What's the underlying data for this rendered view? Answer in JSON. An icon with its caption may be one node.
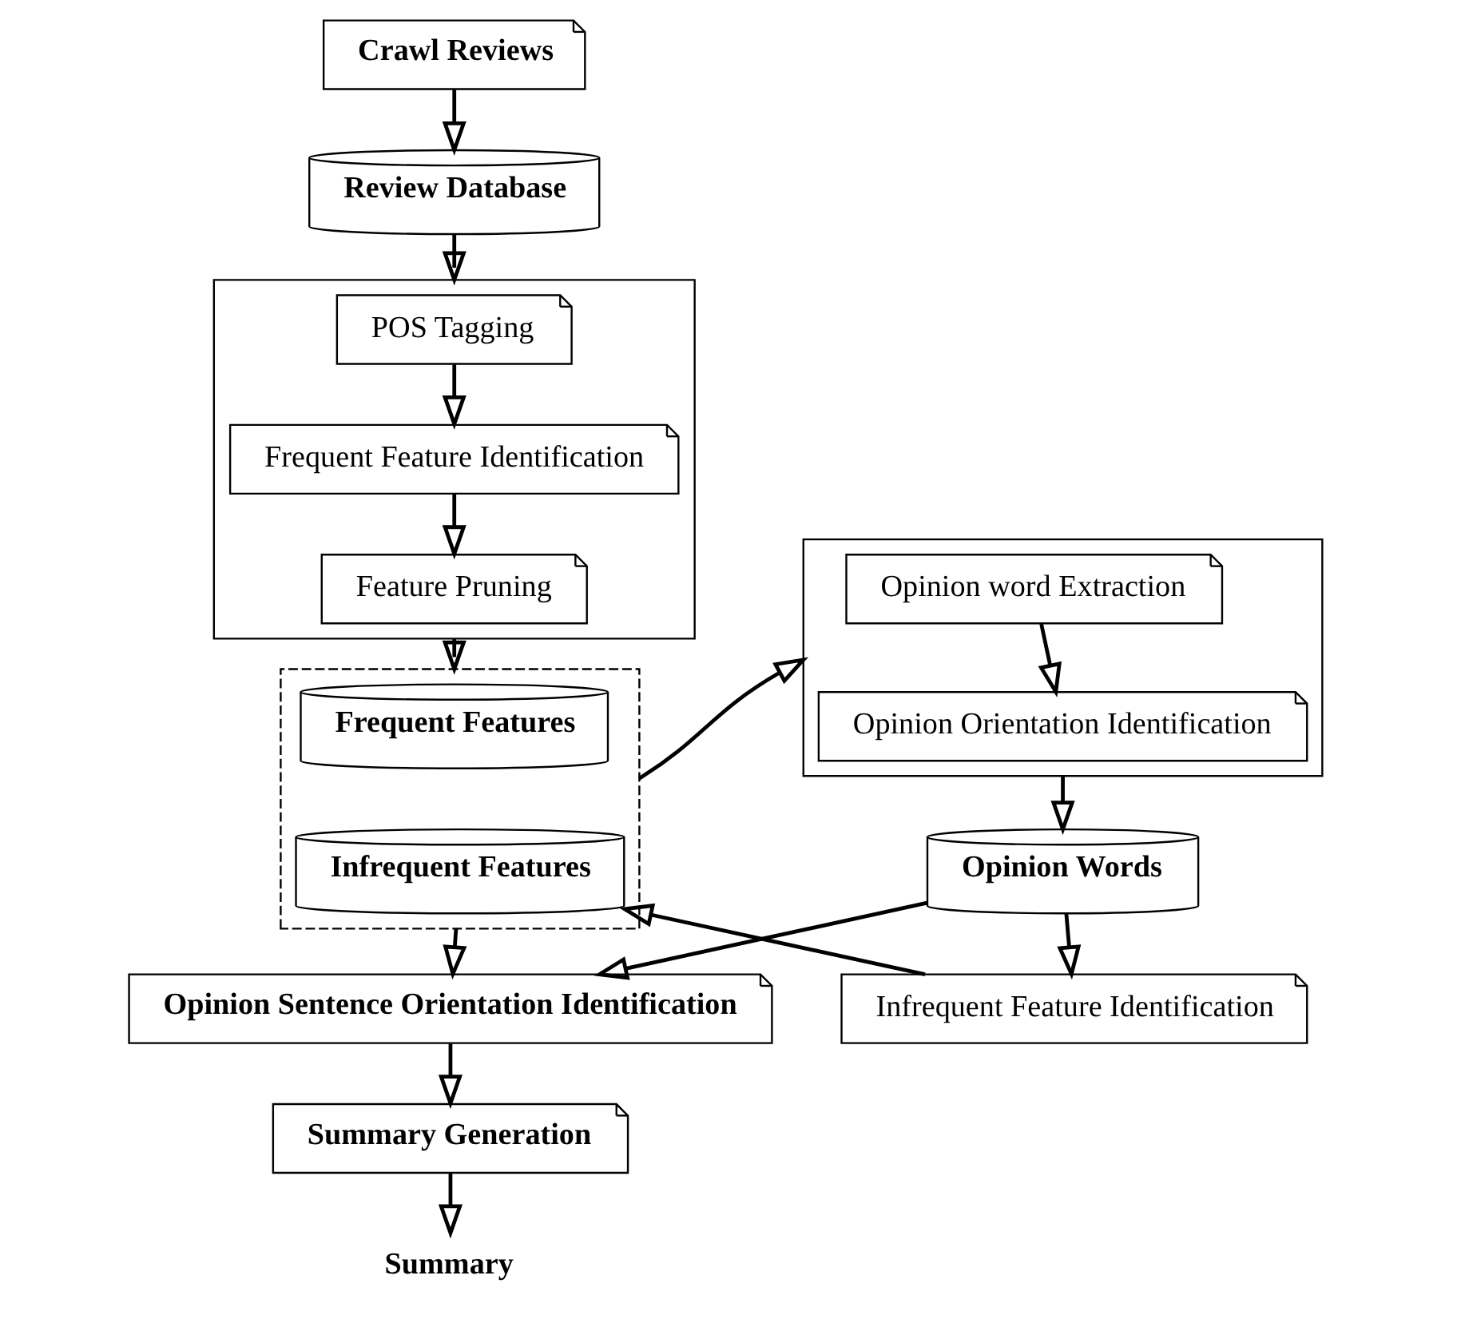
{
  "diagram": {
    "nodes": [
      {
        "text": [
          "Crawl Reviews"
        ]
      },
      {
        "text": [
          "Review Database"
        ]
      },
      {
        "text": [],
        "shape": "box"
      },
      {
        "text": [
          "POS Tagging"
        ],
        "in": 2
      },
      {
        "text": [
          "Frequent Feature Identification"
        ],
        "in": 2
      },
      {
        "text": [
          "Feature Pruning"
        ],
        "in": 2
      },
      {
        "text": [],
        "shape": "box"
      },
      {
        "text": [
          "Opinion word Extraction"
        ],
        "in": 6
      },
      {
        "text": [
          "Opinion Orientation Identification"
        ],
        "in": 6
      },
      {
        "text": [],
        "shape": "box"
      },
      {
        "text": [
          "Frequent Features"
        ],
        "in": 9
      },
      {
        "text": [
          "Infrequent Features"
        ],
        "in": 9
      },
      {
        "text": [
          "Opinion Words"
        ]
      },
      {
        "text": [
          "Infrequent Feature Identification"
        ]
      },
      {
        "text": [
          "Opinion Sentence Orientation Identification"
        ]
      },
      {
        "text": [
          "Summary Generation"
        ]
      },
      {
        "text": [
          "Summary"
        ]
      }
    ],
    "edges": [
      {
        "from": 0,
        "to": 1,
        "arrow": "to"
      },
      {
        "from": 1,
        "to": 2,
        "arrow": "to"
      },
      {
        "from": 3,
        "to": 4,
        "arrow": "to"
      },
      {
        "from": 4,
        "to": 5,
        "arrow": "to"
      },
      {
        "from": 2,
        "to": 9,
        "arrow": "to"
      },
      {
        "from": 9,
        "to": 6,
        "arrow": "to"
      },
      {
        "from": 7,
        "to": 8,
        "arrow": "to"
      },
      {
        "from": 6,
        "to": 12,
        "arrow": "to"
      },
      {
        "from": 12,
        "to": 13,
        "arrow": "to"
      },
      {
        "from": 13,
        "to": 11,
        "arrow": "to"
      },
      {
        "from": 12,
        "to": 14,
        "arrow": "to"
      },
      {
        "from": 9,
        "to": 14,
        "arrow": "to"
      },
      {
        "from": 14,
        "to": 15,
        "arrow": "to"
      },
      {
        "from": 15,
        "to": 16,
        "arrow": "to"
      }
    ]
  }
}
